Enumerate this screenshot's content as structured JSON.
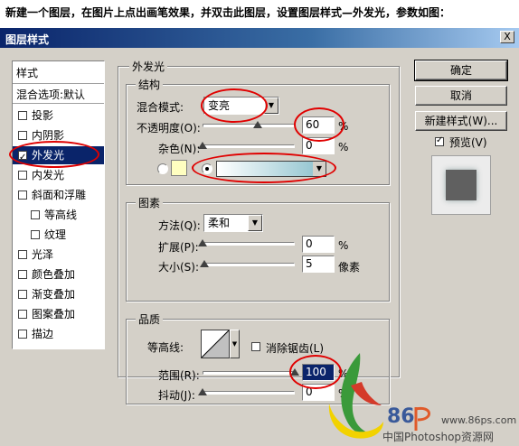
{
  "instruction": "新建一个图层，在图片上点出画笔效果，并双击此图层，设置图层样式—外发光，参数如图：",
  "dialog": {
    "title": "图层样式",
    "close_label": "X"
  },
  "styles_list": {
    "header": "样式",
    "blend_default": "混合选项:默认",
    "items": [
      {
        "label": "投影",
        "checked": false,
        "selected": false
      },
      {
        "label": "内阴影",
        "checked": false,
        "selected": false
      },
      {
        "label": "外发光",
        "checked": true,
        "selected": true
      },
      {
        "label": "内发光",
        "checked": false,
        "selected": false
      },
      {
        "label": "斜面和浮雕",
        "checked": false,
        "selected": false
      },
      {
        "label": "等高线",
        "checked": false,
        "selected": false
      },
      {
        "label": "纹理",
        "checked": false,
        "selected": false
      },
      {
        "label": "光泽",
        "checked": false,
        "selected": false
      },
      {
        "label": "颜色叠加",
        "checked": false,
        "selected": false
      },
      {
        "label": "渐变叠加",
        "checked": false,
        "selected": false
      },
      {
        "label": "图案叠加",
        "checked": false,
        "selected": false
      },
      {
        "label": "描边",
        "checked": false,
        "selected": false
      }
    ]
  },
  "outer_glow": {
    "title": "外发光",
    "structure": {
      "title": "结构",
      "blend_mode_label": "混合模式:",
      "blend_mode_value": "变亮",
      "opacity_label": "不透明度(O):",
      "opacity_value": "60",
      "opacity_unit": "%",
      "opacity_level": 0.6,
      "noise_label": "杂色(N):",
      "noise_value": "0",
      "noise_unit": "%",
      "noise_level": 0,
      "solid_color": "#ffffc0",
      "gradient_colors": [
        "#ffffff",
        "#8ac0cc"
      ],
      "gradient_radio_selected": true
    },
    "elements": {
      "title": "图素",
      "technique_label": "方法(Q):",
      "technique_value": "柔和",
      "spread_label": "扩展(P):",
      "spread_value": "0",
      "spread_unit": "%",
      "spread_level": 0,
      "size_label": "大小(S):",
      "size_value": "5",
      "size_unit": "像素",
      "size_level": 0.02
    },
    "quality": {
      "title": "品质",
      "contour_label": "等高线:",
      "antialias_label": "消除锯齿(L)",
      "antialias_checked": false,
      "range_label": "范围(R):",
      "range_value": "100",
      "range_unit": "%",
      "range_level": 1.0,
      "jitter_label": "抖动(J):",
      "jitter_value": "0",
      "jitter_unit": "%",
      "jitter_level": 0
    }
  },
  "buttons": {
    "ok": "确定",
    "cancel": "取消",
    "new_style": "新建样式(W)...",
    "preview_label": "预览(V)",
    "preview_checked": true
  },
  "watermark": {
    "logo_text": "86",
    "site_url": "www.86ps.com",
    "site_name": "中国Photoshop资源网"
  }
}
